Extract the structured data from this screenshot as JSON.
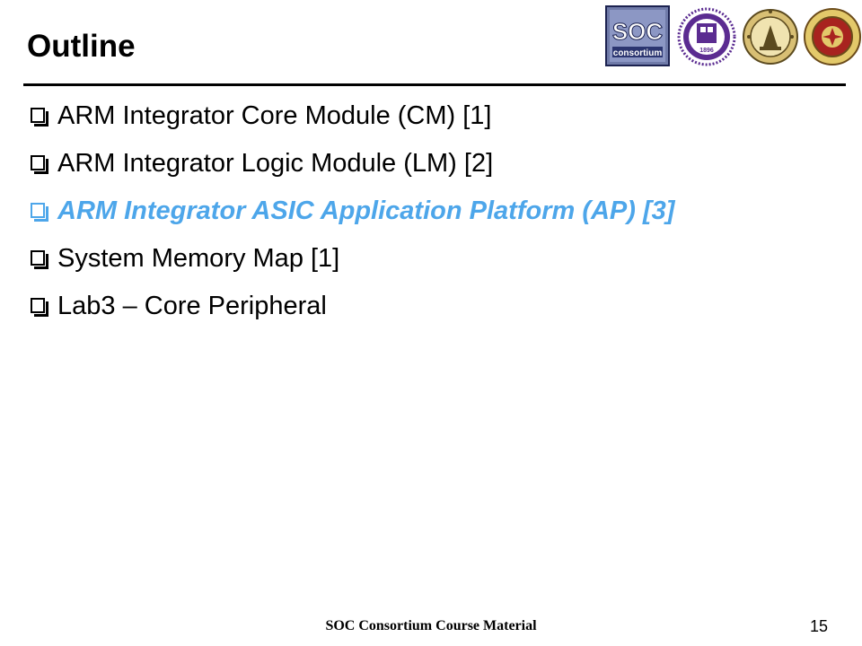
{
  "slide": {
    "title": "Outline",
    "bullets": [
      {
        "text": "ARM Integrator Core Module (CM) [1]",
        "highlighted": false
      },
      {
        "text": "ARM Integrator Logic Module (LM) [2]",
        "highlighted": false
      },
      {
        "text": "ARM Integrator ASIC Application Platform (AP) [3]",
        "highlighted": true
      },
      {
        "text": "System Memory Map [1]",
        "highlighted": false
      },
      {
        "text": "Lab3 – Core Peripheral",
        "highlighted": false
      }
    ],
    "footer": "SOC Consortium Course Material",
    "page_number": "15",
    "highlight_color": "#4da6ea",
    "logos": {
      "soc_logo_text": "SOC",
      "soc_logo_subtext": "consortium",
      "university_seal_year": "1896"
    }
  }
}
